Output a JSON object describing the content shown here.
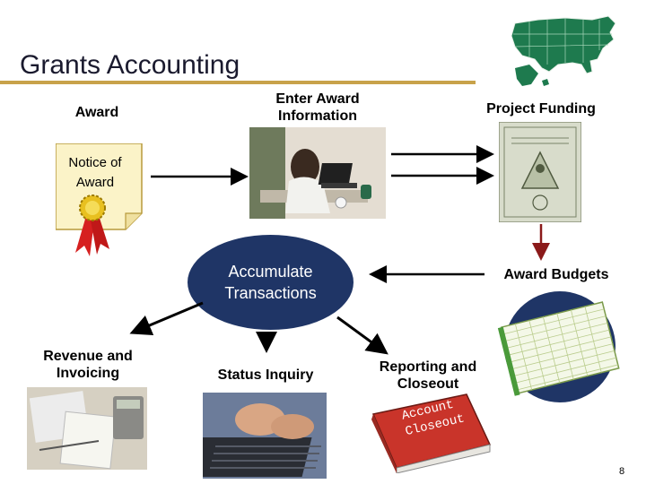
{
  "slide": {
    "title": "Grants Accounting",
    "page_number": "8"
  },
  "nodes": {
    "award": "Award",
    "notice_of_award": "Notice of Award",
    "enter_award_information": "Enter Award Information",
    "project_funding": "Project Funding",
    "accumulate_transactions": "Accumulate Transactions",
    "award_budgets": "Award Budgets",
    "revenue_and_invoicing": "Revenue and Invoicing",
    "status_inquiry": "Status Inquiry",
    "reporting_and_closeout": "Reporting and Closeout"
  },
  "book": {
    "line1": "Account",
    "line2": "Closeout"
  },
  "colors": {
    "title_rule": "#c8a24a",
    "oval": "#1f3566",
    "map": "#1e7a4e",
    "ribbon": "#d62020",
    "arrow": "#000000",
    "red_arrow": "#8b1a1a"
  }
}
